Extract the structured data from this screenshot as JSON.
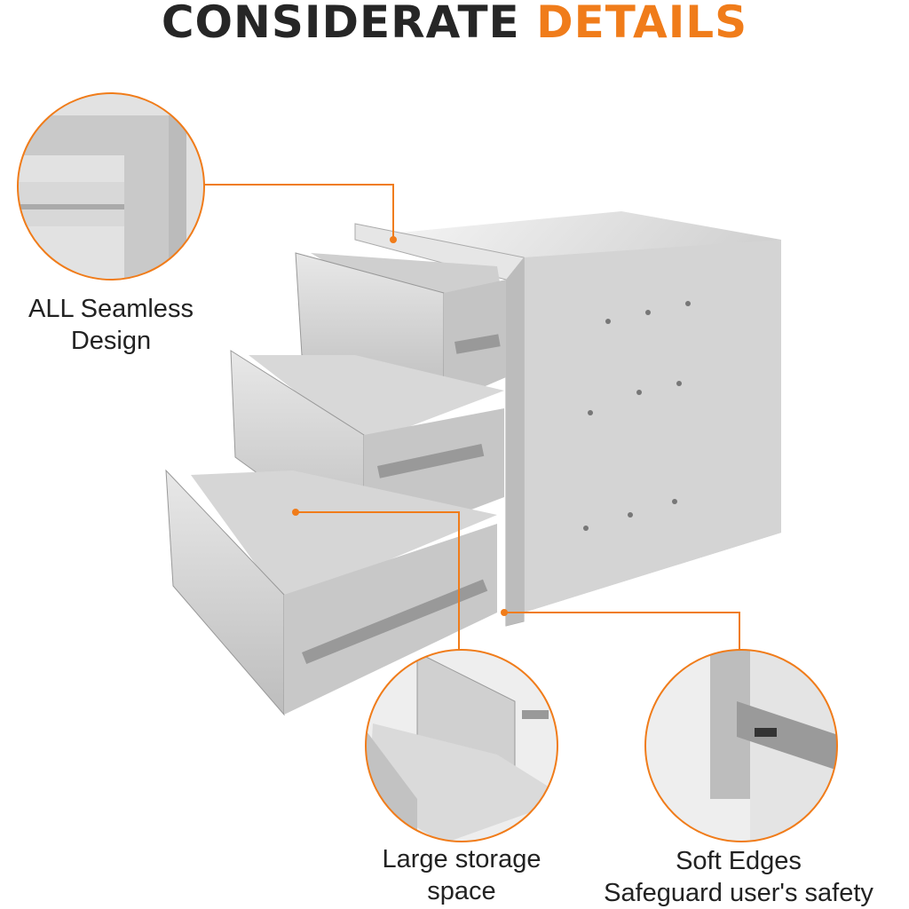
{
  "title": {
    "part1": "CONSIDERATE ",
    "part2": "DETAILS"
  },
  "callouts": [
    {
      "lines": [
        "ALL Seamless",
        "Design"
      ]
    },
    {
      "lines": [
        "Large storage",
        "space"
      ]
    },
    {
      "lines": [
        "Soft Edges",
        "Safeguard user's safety"
      ]
    }
  ],
  "colors": {
    "accent": "#f07c1a",
    "text": "#262626",
    "steel": "#c8c8c8"
  }
}
